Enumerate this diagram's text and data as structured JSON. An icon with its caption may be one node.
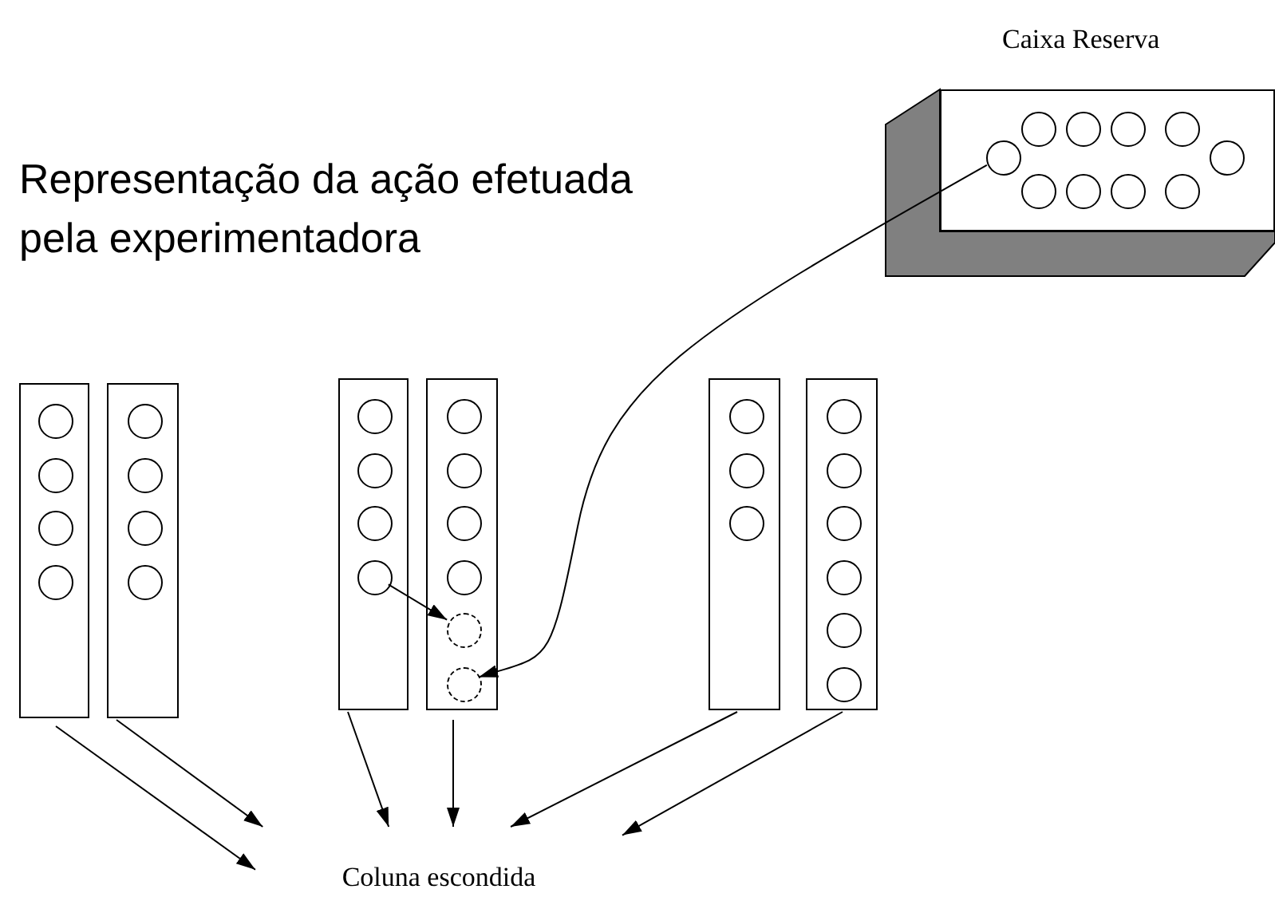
{
  "diagram": {
    "nodes": [
      {
        "text": [
          "Caixa Reserva"
        ]
      },
      {
        "text": [],
        "shape": "circle",
        "in": 0
      },
      {
        "text": [],
        "shape": "circle",
        "in": 0
      },
      {
        "text": [],
        "shape": "circle",
        "in": 0
      },
      {
        "text": [],
        "shape": "circle",
        "in": 0
      },
      {
        "text": [],
        "shape": "circle",
        "in": 0
      },
      {
        "text": [],
        "shape": "circle",
        "in": 0
      },
      {
        "text": [],
        "shape": "circle",
        "in": 0
      },
      {
        "text": [],
        "shape": "circle",
        "in": 0
      },
      {
        "text": [],
        "shape": "circle",
        "in": 0
      },
      {
        "text": [],
        "shape": "circle",
        "in": 0
      },
      {
        "text": [],
        "shape": "box"
      },
      {
        "text": [],
        "shape": "box"
      },
      {
        "text": [],
        "shape": "box"
      },
      {
        "text": [],
        "shape": "box"
      },
      {
        "text": [],
        "shape": "box"
      },
      {
        "text": [],
        "shape": "box"
      },
      {
        "text": [],
        "shape": "circle",
        "in": 11
      },
      {
        "text": [],
        "shape": "circle",
        "in": 11
      },
      {
        "text": [],
        "shape": "circle",
        "in": 11
      },
      {
        "text": [],
        "shape": "circle",
        "in": 11
      },
      {
        "text": [],
        "shape": "circle",
        "in": 12
      },
      {
        "text": [],
        "shape": "circle",
        "in": 12
      },
      {
        "text": [],
        "shape": "circle",
        "in": 12
      },
      {
        "text": [],
        "shape": "circle",
        "in": 12
      },
      {
        "text": [],
        "shape": "circle",
        "in": 13
      },
      {
        "text": [],
        "shape": "circle",
        "in": 13
      },
      {
        "text": [],
        "shape": "circle",
        "in": 13
      },
      {
        "text": [],
        "shape": "circle",
        "in": 13
      },
      {
        "text": [],
        "shape": "circle",
        "in": 14
      },
      {
        "text": [],
        "shape": "circle",
        "in": 14
      },
      {
        "text": [],
        "shape": "circle",
        "in": 14
      },
      {
        "text": [],
        "shape": "circle",
        "in": 14
      },
      {
        "text": [],
        "shape": "circle",
        "in": 14
      },
      {
        "text": [],
        "shape": "circle",
        "in": 14
      },
      {
        "text": [],
        "shape": "circle",
        "in": 15
      },
      {
        "text": [],
        "shape": "circle",
        "in": 15
      },
      {
        "text": [],
        "shape": "circle",
        "in": 15
      },
      {
        "text": [],
        "shape": "circle",
        "in": 16
      },
      {
        "text": [],
        "shape": "circle",
        "in": 16
      },
      {
        "text": [],
        "shape": "circle",
        "in": 16
      },
      {
        "text": [],
        "shape": "circle",
        "in": 16
      },
      {
        "text": [],
        "shape": "circle",
        "in": 16
      },
      {
        "text": [],
        "shape": "circle",
        "in": 16
      },
      {
        "text": [
          "Coluna escondida"
        ]
      }
    ],
    "edges": [
      {
        "from": 1,
        "to": 34,
        "arrow": "to"
      },
      {
        "from": 28,
        "to": 33,
        "arrow": "to"
      },
      {
        "from": 11,
        "to": 44,
        "arrow": "to"
      },
      {
        "from": 12,
        "to": 44,
        "arrow": "to"
      },
      {
        "from": 13,
        "to": 44,
        "arrow": "to"
      },
      {
        "from": 14,
        "to": 44,
        "arrow": "to"
      },
      {
        "from": 15,
        "to": 44,
        "arrow": "to"
      },
      {
        "from": 16,
        "to": 44,
        "arrow": "to"
      }
    ],
    "labels": [
      "Representação da ação efetuada pela experimentadora"
    ]
  }
}
